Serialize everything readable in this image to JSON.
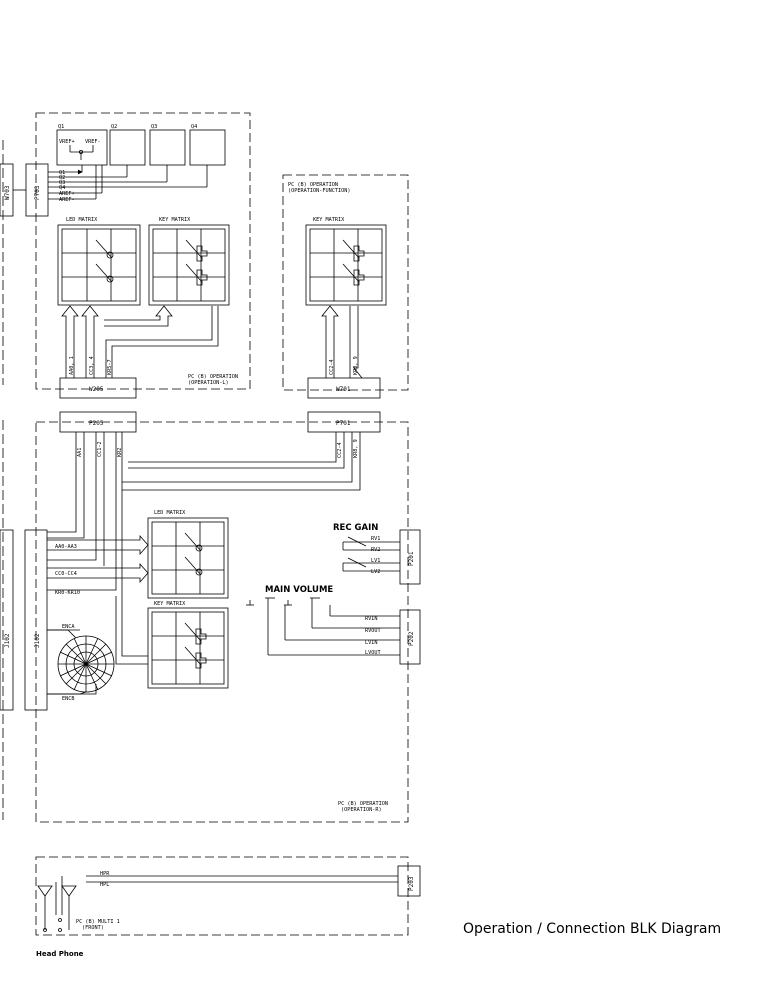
{
  "caption": "Operation / Connection BLK Diagram",
  "head_phone_label": "Head Phone",
  "connectors": {
    "w703": "W703",
    "p703": "P703",
    "w205": "W205",
    "p205": "P205",
    "w701": "W701",
    "p701": "P701",
    "j102_left": "J102",
    "j102": "J102",
    "p201": "P201",
    "p202": "P202",
    "p203": "P203"
  },
  "top_left_board": {
    "name_line1": "PC (B) OPERATION",
    "name_line2": "(OPERATION-L)",
    "q_labels": [
      "Q1",
      "Q2",
      "Q3",
      "Q4"
    ],
    "vref_plus": "VREF+",
    "vref_minus": "VREF-",
    "q_signals": [
      "Q1",
      "Q2",
      "Q3",
      "Q4",
      "AREF+",
      "AREF-"
    ],
    "led_matrix": "LED MATRIX",
    "key_matrix": "KEY MATRIX",
    "bus_aa": "AA0, 1",
    "bus_cc": "CC3, 4",
    "bus_kr": "KR5-7"
  },
  "top_right_board": {
    "name_line1": "PC (B) OPERATION",
    "name_line2": "(OPERATION-FUNCTION)",
    "key_matrix": "KEY MATRIX",
    "bus_cc": "CC2-4",
    "bus_kr": "KR8, 9"
  },
  "main_board": {
    "name_line1": "PC (B) OPERATION",
    "name_line2": "(OPERATION-R)",
    "bus_aa1": "AA1",
    "bus_cc": "CC1-2",
    "bus_kr": "KR2",
    "bus_cc_right": "CC2-4",
    "bus_kr_right": "KR8, 9",
    "led_matrix": "LED MATRIX",
    "key_matrix": "KEY MATRIX",
    "aa_bus": "AA0-AA3",
    "cc_bus": "CC0-CC4",
    "kr_bus": "KR0-KR10",
    "enca": "ENCA",
    "encb": "ENCB",
    "rec_gain": "REC GAIN",
    "rec_signals": [
      "RV1",
      "RV2",
      "LV1",
      "LV2"
    ],
    "main_volume": "MAIN VOLUME",
    "vol_signals": [
      "RVIN",
      "RVOUT",
      "LVIN",
      "LVOUT"
    ]
  },
  "multi_board": {
    "name_line1": "PC (B) MULTI 1",
    "name_line2": "(FRONT)",
    "signals": [
      "HPR",
      "HPL"
    ]
  }
}
